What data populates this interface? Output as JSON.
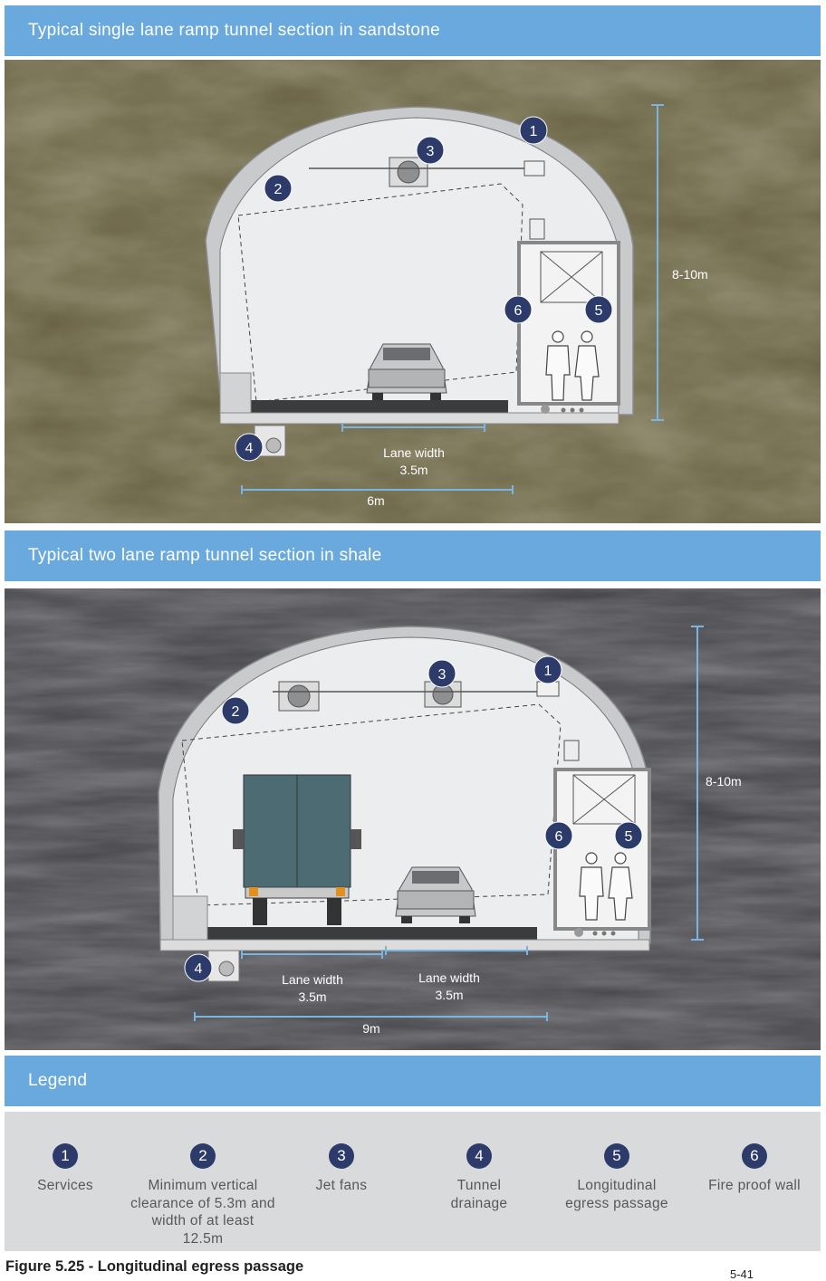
{
  "sections": {
    "single": {
      "title": "Typical single lane ramp tunnel section in sandstone",
      "height_label": "8-10m",
      "lane_label_1": "Lane width",
      "lane_label_2": "3.5m",
      "width_label": "6m"
    },
    "two": {
      "title": "Typical two lane ramp tunnel section in shale",
      "height_label": "8-10m",
      "lane_a_label_1": "Lane width",
      "lane_a_label_2": "3.5m",
      "lane_b_label_1": "Lane width",
      "lane_b_label_2": "3.5m",
      "width_label": "9m"
    }
  },
  "callouts": [
    "1",
    "2",
    "3",
    "4",
    "5",
    "6"
  ],
  "legend": {
    "title": "Legend",
    "items": [
      {
        "num": "1",
        "lines": [
          "Services"
        ]
      },
      {
        "num": "2",
        "lines": [
          "Minimum vertical",
          "clearance of 5.3m and",
          "width of at least 12.5m"
        ]
      },
      {
        "num": "3",
        "lines": [
          "Jet fans"
        ]
      },
      {
        "num": "4",
        "lines": [
          "Tunnel",
          "drainage"
        ]
      },
      {
        "num": "5",
        "lines": [
          "Longitudinal",
          "egress passage"
        ]
      },
      {
        "num": "6",
        "lines": [
          "Fire proof wall"
        ]
      }
    ]
  },
  "caption": "Figure 5.25 - Longitudinal egress passage",
  "page_number": "5-41",
  "colors": {
    "header_band": "#6aa9dd",
    "callout_circle": "#2d3b6b",
    "dimension_line": "#7ab4e0",
    "sandstone": "#6b6446",
    "shale": "#4a4a4e"
  }
}
